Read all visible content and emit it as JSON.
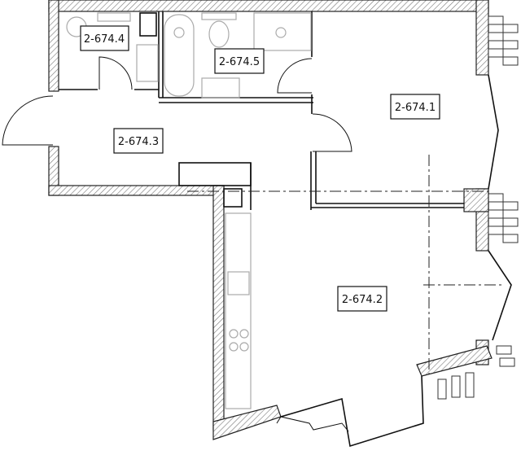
{
  "plan": {
    "rooms": [
      {
        "id": "2-674.4"
      },
      {
        "id": "2-674.5"
      },
      {
        "id": "2-674.1"
      },
      {
        "id": "2-674.3"
      },
      {
        "id": "2-674.2"
      }
    ]
  }
}
